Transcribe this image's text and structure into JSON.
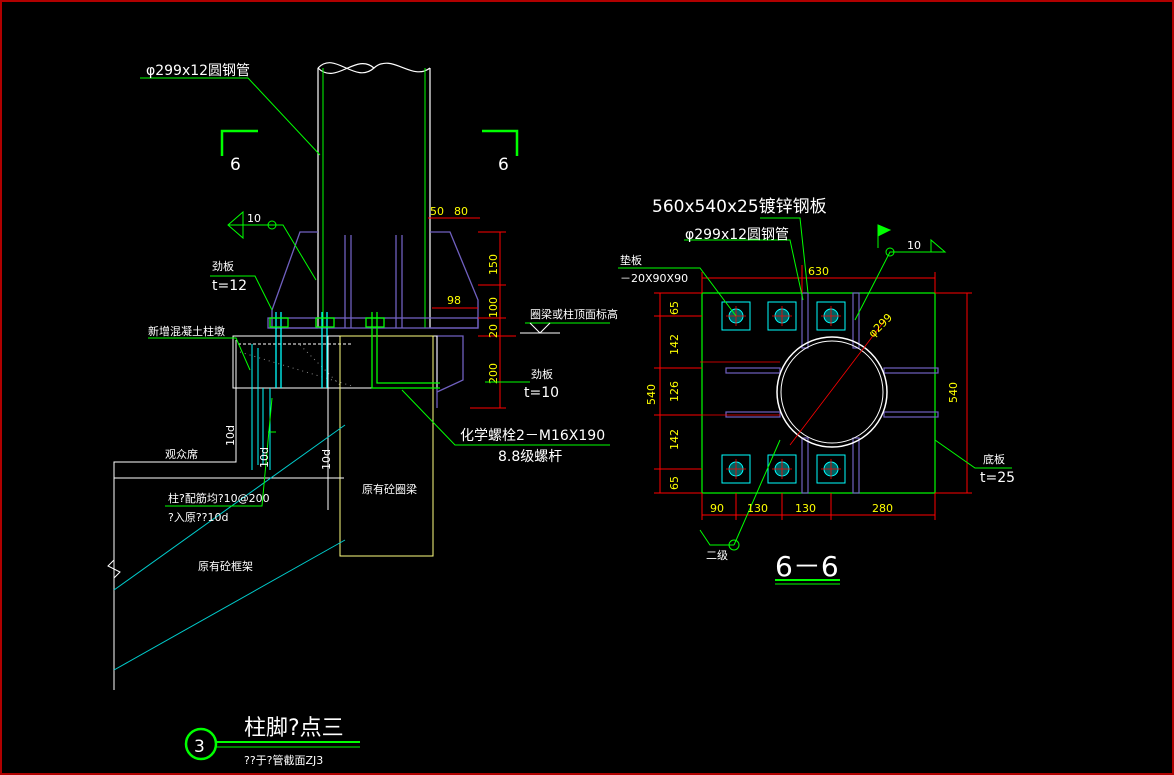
{
  "colors": {
    "background": "#000000",
    "frame": "#b00000",
    "leader": "#00ff00",
    "dimension": "#ff0000",
    "dim_text": "#ffff00",
    "steel": "#7060c0",
    "anchor": "#00ffff",
    "concrete": "#ffff80"
  },
  "detail": {
    "label_pipe": "φ299x12圆钢管",
    "section_mark": "6",
    "weld_size": "10",
    "stiffener_label": "劲板",
    "stiffener_t12": "t=12",
    "pier_label": "新增混凝土柱墩",
    "audience_label": "观众席",
    "column_rebar": "柱?配筋均?10@200",
    "anchorage": "?入原??10d",
    "existing_frame_beam": "原有砼框架",
    "existing_ring_beam": "原有砼圈梁",
    "top_elev": "圈梁或柱顶面标高",
    "stiffener_t10": "t=10",
    "chem_bolt": "化学螺栓2－M16X190",
    "bolt_grade": "8.8级螺杆",
    "ten_d": "10d",
    "dims": {
      "d50": "50",
      "d80": "80",
      "d150": "150",
      "d100": "100",
      "d20": "20",
      "d200": "200",
      "d98": "98"
    }
  },
  "section": {
    "plate_label": "560x540x25镀锌钢板",
    "pipe_label": "φ299x12圆钢管",
    "pad_label": "垫板",
    "pad_size": "－20X90X90",
    "weld_size": "10",
    "phi": "φ299",
    "base_label": "底板",
    "base_t": "t=25",
    "grade_label": "二级",
    "title": "6－6",
    "dims": {
      "top": "630",
      "left_total": "540",
      "right_total": "540",
      "l65a": "65",
      "l142a": "142",
      "l126": "126",
      "l142b": "142",
      "l65b": "65",
      "b90": "90",
      "b130a": "130",
      "b130b": "130",
      "b280": "280"
    }
  },
  "title_block": {
    "number": "3",
    "title": "柱脚?点三",
    "subtitle": "??于?管截面ZJ3"
  }
}
